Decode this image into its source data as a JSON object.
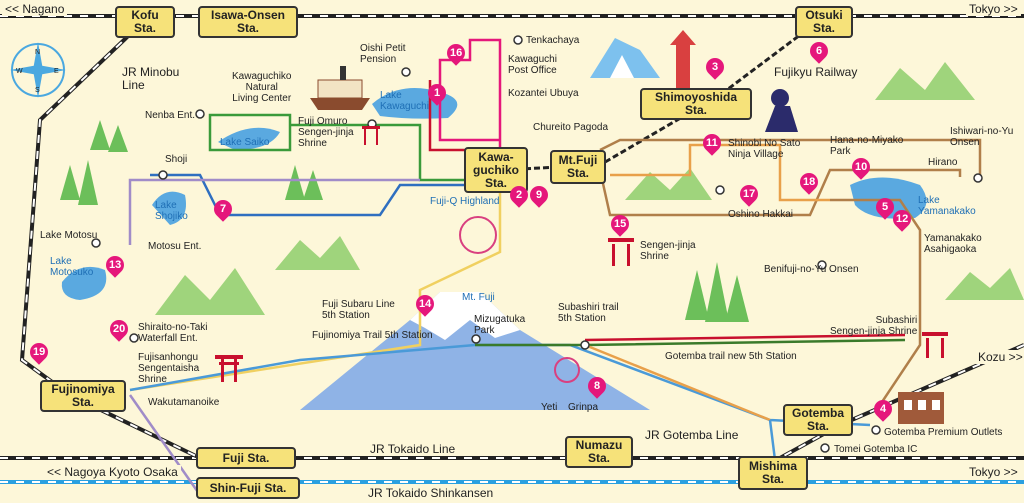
{
  "directions": {
    "nagano": "<< Nagano",
    "tokyo_top": "Tokyo >>",
    "kozu": "Kozu >>",
    "nagoya": "<< Nagoya Kyoto Osaka",
    "tokyo_bottom": "Tokyo >>"
  },
  "stations": {
    "kofu": [
      "Kofu",
      "Sta."
    ],
    "isawa": [
      "Isawa-Onsen",
      "Sta."
    ],
    "otsuki": [
      "Otsuki",
      "Sta."
    ],
    "shimoyoshida": [
      "Shimoyoshida",
      "Sta."
    ],
    "kawaguchiko": [
      "Kawa-",
      "guchiko",
      "Sta."
    ],
    "mtfuji": [
      "Mt.Fuji",
      "Sta."
    ],
    "fujinomiya": [
      "Fujinomiya",
      "Sta."
    ],
    "gotemba": [
      "Gotemba",
      "Sta."
    ],
    "numazu": [
      "Numazu",
      "Sta."
    ],
    "mishima": [
      "Mishima",
      "Sta."
    ],
    "fuji": "Fuji Sta.",
    "shinfuji": "Shin-Fuji Sta."
  },
  "lines": {
    "jr_minobu": [
      "JR Minobu",
      "Line"
    ],
    "fujikyu": "Fujikyu Railway",
    "jr_tokaido": "JR Tokaido Line",
    "jr_gotemba": "JR Gotemba Line",
    "shinkansen": "JR Tokaido Shinkansen"
  },
  "places": {
    "tenkachaya": "Tenkachaya",
    "oishi": [
      "Oishi Petit",
      "Pension"
    ],
    "kawaguchiko_post": [
      "Kawaguchi",
      "Post Office"
    ],
    "kozantei": "Kozantei Ubuya",
    "kawaguchiko_center": [
      "Kawaguchiko",
      "Natural",
      "Living Center"
    ],
    "lake_kawaguchi": [
      "Lake",
      "Kawaguchi"
    ],
    "chureito": "Chureito Pagoda",
    "nenba": "Nenba Ent.",
    "fuji_omuro": [
      "Fuji Omuro",
      "Sengen-jinja",
      "Shrine"
    ],
    "lake_saiko": "Lake Saiko",
    "shoji": "Shoji",
    "lake_shojiko": [
      "Lake",
      "Shojiko"
    ],
    "fujiq": "Fuji-Q Highland",
    "shinobi": [
      "Shinobi No Sato",
      "Ninja Village"
    ],
    "hana": [
      "Hana-no-Miyako",
      "Park"
    ],
    "ishiwari": [
      "Ishiwari-no-Yu",
      "Onsen"
    ],
    "hirano": "Hirano",
    "lake_yamanakako": [
      "Lake",
      "Yamanakako"
    ],
    "oshino": "Oshino Hakkai",
    "sengen": [
      "Sengen-jinja",
      "Shrine"
    ],
    "yamanakako_asahigaoka": [
      "Yamanakako",
      "Asahigaoka"
    ],
    "benifuji": "Benifuji-no-Yu Onsen",
    "lake_motosu": "Lake Motosu",
    "lake_motosuko": [
      "Lake",
      "Motosuko"
    ],
    "motosu_ent": "Motosu Ent.",
    "mt_fuji": "Mt. Fuji",
    "subaru": [
      "Fuji Subaru Line",
      "5th Station"
    ],
    "fujinomiya_trail": "Fujinomiya Trail 5th Station",
    "mizugatuka": [
      "Mizugatuka",
      "Park"
    ],
    "subashiri_trail": [
      "Subashiri trail",
      "5th Station"
    ],
    "subashiri_shrine": [
      "Subashiri",
      "Sengen-jinja Shrine"
    ],
    "gotemba_trail": "Gotemba trail new 5th Station",
    "shiraito": [
      "Shiraito-no-Taki",
      "Waterfall Ent."
    ],
    "fujisanhongu": [
      "Fujisanhongu",
      "Sengentaisha",
      "Shrine"
    ],
    "wakutamanoike": "Wakutamanoike",
    "yeti": "Yeti",
    "grinpa": "Grinpa",
    "gotemba_outlets": "Gotemba Premium Outlets",
    "tomei": "Tomei Gotemba IC"
  },
  "pins": [
    "1",
    "2",
    "3",
    "4",
    "5",
    "6",
    "7",
    "8",
    "9",
    "10",
    "11",
    "12",
    "13",
    "14",
    "15",
    "16",
    "17",
    "18",
    "19",
    "20"
  ],
  "icons": [
    "compass-icon",
    "pagoda-icon",
    "ninja-icon",
    "ferry-icon",
    "torii-icon",
    "ferris-wheel-icon",
    "tree-icon",
    "outlet-building-icon"
  ],
  "colors": {
    "background": "#fdf7d9",
    "station_fill": "#f6e27a",
    "pin": "#e5177b",
    "fujikyu_line": "#333333",
    "bus_pink": "#e5177b",
    "bus_red": "#c8102e",
    "bus_green": "#3a9a3a",
    "bus_blue": "#2f6fc0",
    "bus_brown": "#b07f4a",
    "bus_orange": "#e8a04a",
    "bus_purple": "#a08cc8",
    "shinkansen_blue": "#2aa0e0",
    "lake": "#5aa9e0",
    "mountain_green": "#8ec86a"
  }
}
